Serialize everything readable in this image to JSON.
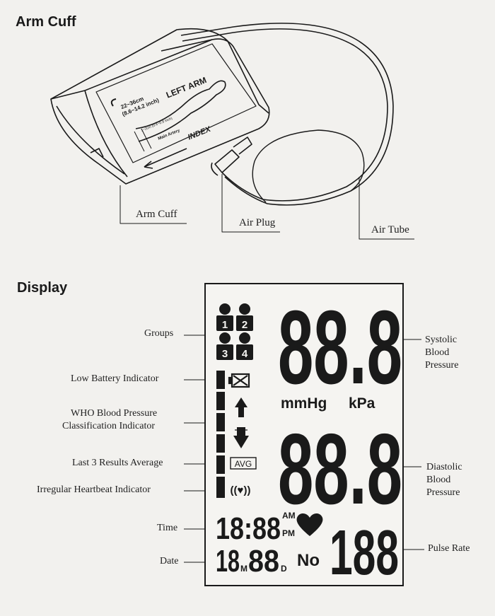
{
  "sections": {
    "arm_cuff_title": "Arm Cuff",
    "display_title": "Display"
  },
  "cuff": {
    "size_cm": "22~36cm",
    "size_inch": "(8.6~14.2 inch)",
    "arm_label": "LEFT ARM",
    "artery_gap": "1~2cm (0.4~0.8 inch)",
    "artery_label": "Main Artery",
    "index_label": "INDEX",
    "callouts": {
      "arm_cuff": "Arm Cuff",
      "air_plug": "Air Plug",
      "air_tube": "Air Tube"
    }
  },
  "display": {
    "callouts_left": {
      "groups": "Groups",
      "low_battery": "Low Battery Indicator",
      "who_line1": "WHO Blood Pressure",
      "who_line2": "Classification Indicator",
      "avg": "Last 3 Results Average",
      "irregular": "Irregular Heartbeat Indicator",
      "time": "Time",
      "date": "Date"
    },
    "callouts_right": {
      "systolic": [
        "Systolic",
        "Blood",
        "Pressure"
      ],
      "diastolic": [
        "Diastolic",
        "Blood",
        "Pressure"
      ],
      "pulse": "Pulse Rate"
    },
    "lcd": {
      "groups": [
        "1",
        "2",
        "3",
        "4"
      ],
      "systolic_digits": "88.8",
      "diastolic_digits": "88.8",
      "unit_mmhg": "mmHg",
      "unit_kpa": "kPa",
      "avg_label": "AVG",
      "irregular_symbol": "((♥))",
      "time_digits": "18:88",
      "am": "AM",
      "pm": "PM",
      "date_day": "18",
      "date_m": "M",
      "date_month": "88",
      "date_d": "D",
      "no_label": "No",
      "pulse_digits": "188"
    }
  }
}
